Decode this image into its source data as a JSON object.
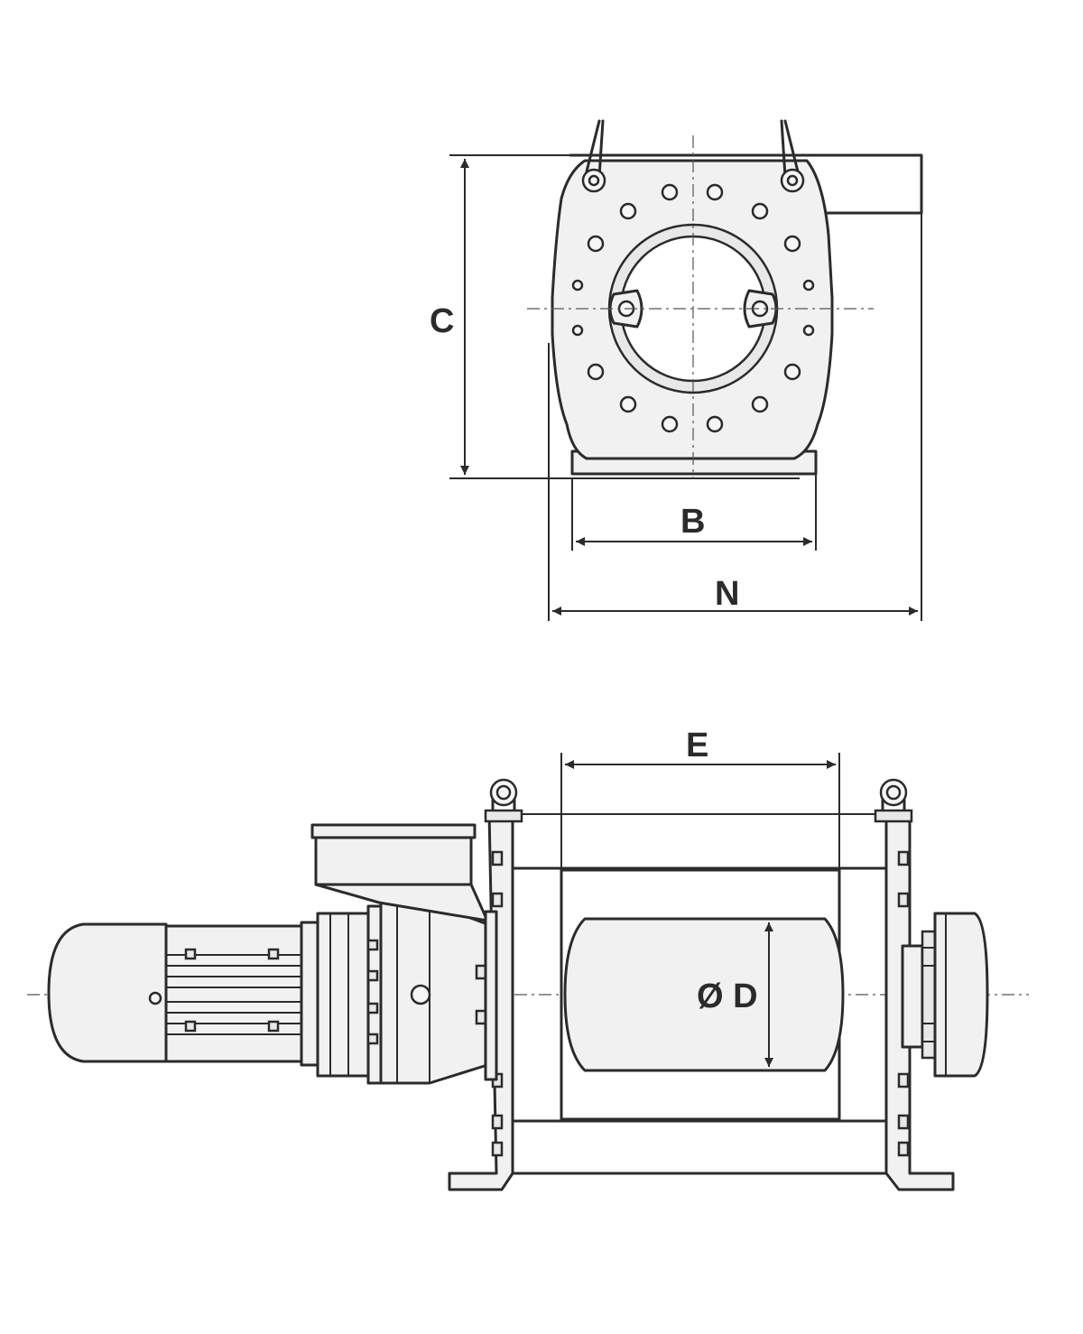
{
  "labels": {
    "c": "C",
    "b": "B",
    "n": "N",
    "e": "E",
    "d": "Ø D"
  }
}
